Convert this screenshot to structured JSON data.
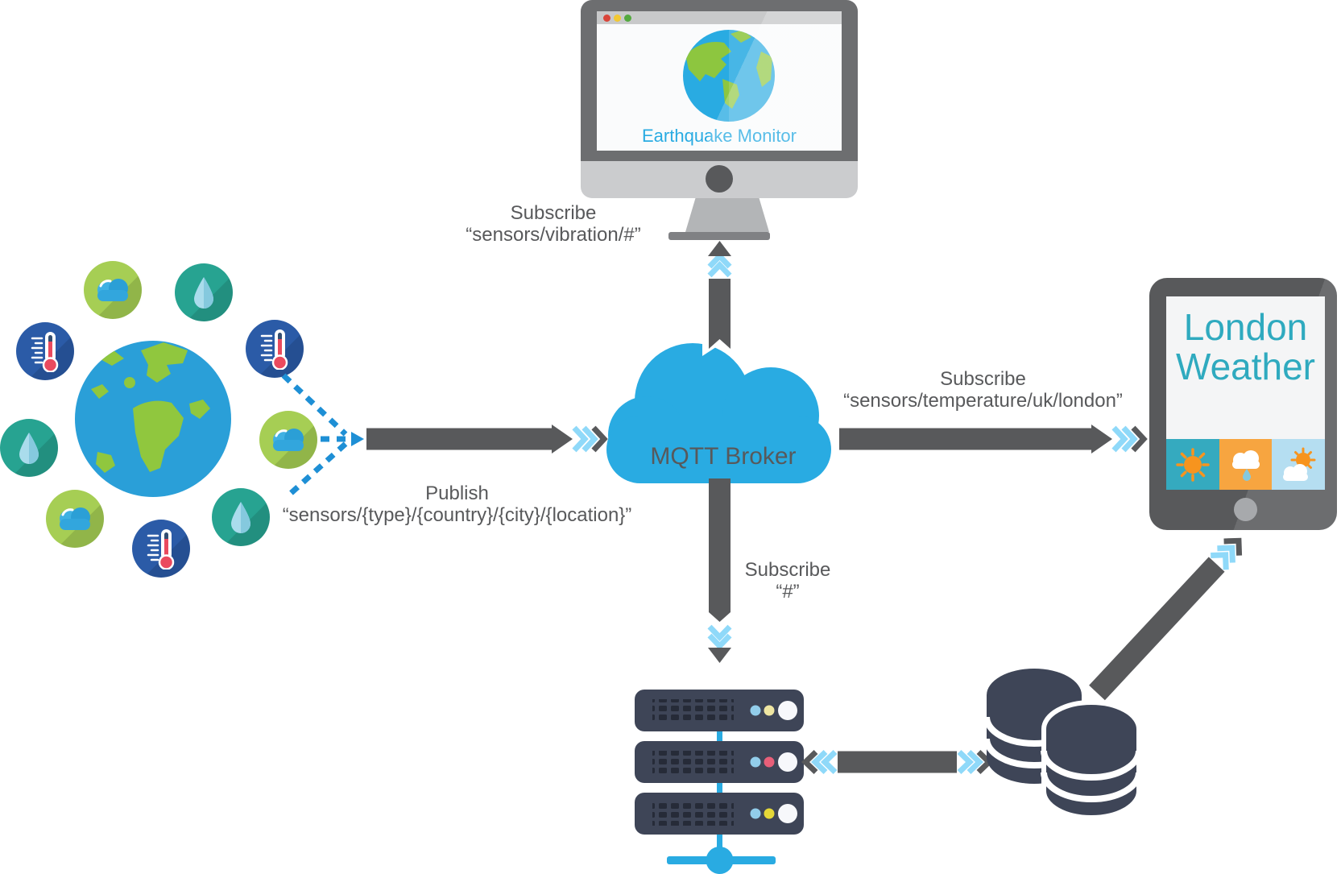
{
  "broker": {
    "label": "MQTT Broker",
    "color": "#29abe2"
  },
  "monitor": {
    "app_label": "Earthquake Monitor",
    "browser_dots": [
      "#d9453a",
      "#f2c832",
      "#53a93f"
    ]
  },
  "tablet": {
    "line1": "London",
    "line2": "Weather",
    "text_color": "#2faabf",
    "tiles": [
      "sunny-icon",
      "rain-icon",
      "partly-cloudy-icon"
    ]
  },
  "edges": {
    "subscribe_vibration": {
      "line1": "Subscribe",
      "line2": "“sensors/vibration/#”"
    },
    "publish": {
      "line1": "Publish",
      "line2": "“sensors/{type}/{country}/{city}/{location}”"
    },
    "subscribe_temperature": {
      "line1": "Subscribe",
      "line2": "“sensors/temperature/uk/london”"
    },
    "subscribe_all": {
      "line1": "Subscribe",
      "line2": "“#”"
    }
  },
  "sensors": {
    "ring": [
      "cloud",
      "waterdrop",
      "thermometer",
      "thermometer",
      "waterdrop",
      "cloud",
      "cloud",
      "thermometer",
      "waterdrop"
    ]
  },
  "server_rack": {
    "units": 3
  },
  "database": {
    "cylinders": 2
  },
  "colors": {
    "arrow_gray": "#58595b",
    "chevron_blue": "#8fd9f9",
    "cloud_blue": "#29abe2",
    "navy": "#3e4557",
    "land_green": "#8dc63f",
    "dashed_blue": "#1e8fd5"
  }
}
